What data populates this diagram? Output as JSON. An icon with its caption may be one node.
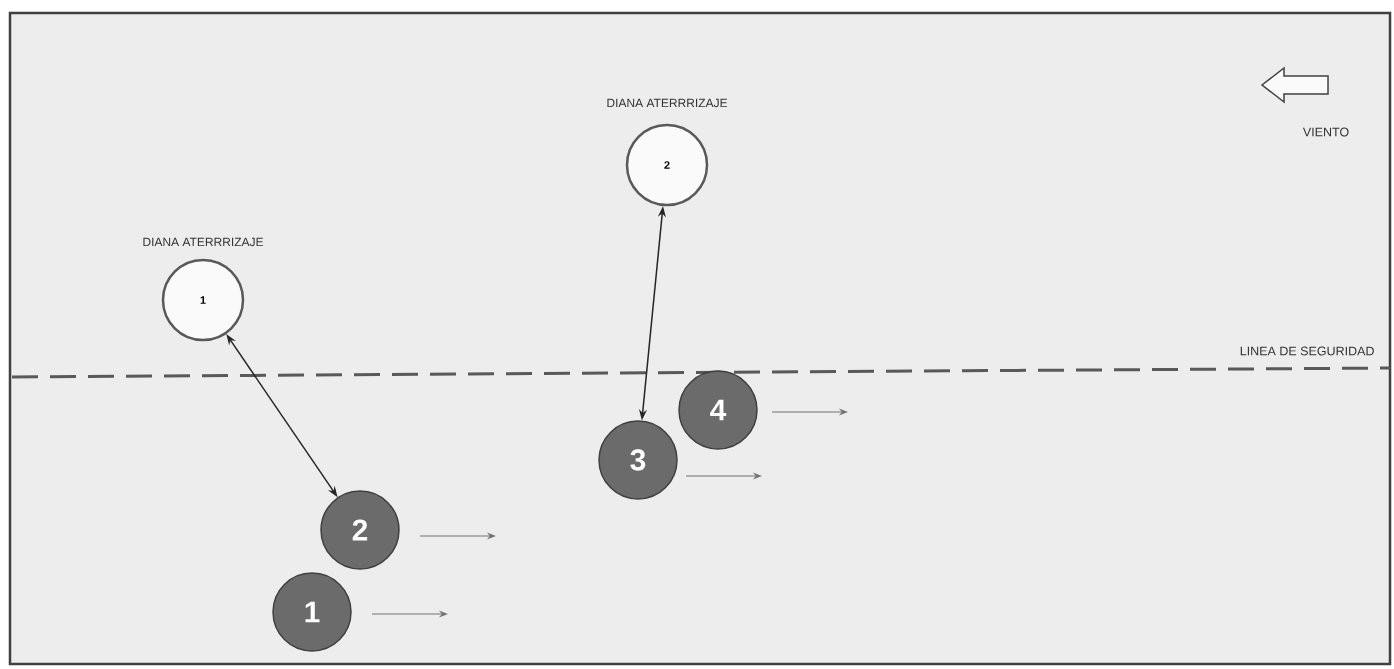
{
  "diagram": {
    "nodes": [
      {
        "text": [
          "2"
        ],
        "beside": [
          "DIANA ATERRRIZAJE"
        ]
      },
      {
        "text": [
          "1"
        ],
        "beside": [
          "DIANA ATERRRIZAJE"
        ]
      },
      {
        "text": [
          "4"
        ]
      },
      {
        "text": [
          "3"
        ]
      },
      {
        "text": [
          "2"
        ]
      },
      {
        "text": [
          "1"
        ]
      }
    ],
    "edges": [
      {
        "from": 0,
        "to": 3,
        "arrow": "both"
      },
      {
        "from": 1,
        "to": 4,
        "arrow": "both"
      }
    ],
    "labels": [
      "VIENTO",
      "LINEA DE  SEGURIDAD"
    ]
  }
}
